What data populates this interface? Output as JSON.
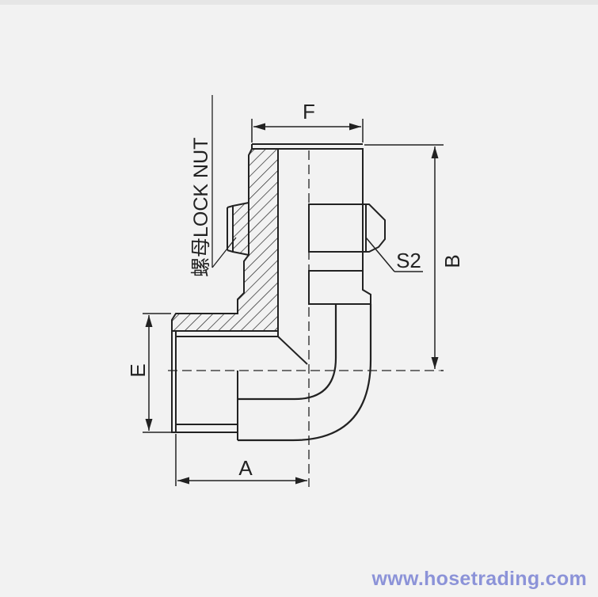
{
  "labels": {
    "lock_nut": "螺母LOCK NUT",
    "dim_f": "F",
    "dim_b": "B",
    "dim_e": "E",
    "dim_a": "A",
    "dim_s2": "S2"
  },
  "watermark": "www.hosetrading.com",
  "colors": {
    "background": "#f2f2f2",
    "line": "#222222",
    "watermark": "#8c93d8"
  }
}
